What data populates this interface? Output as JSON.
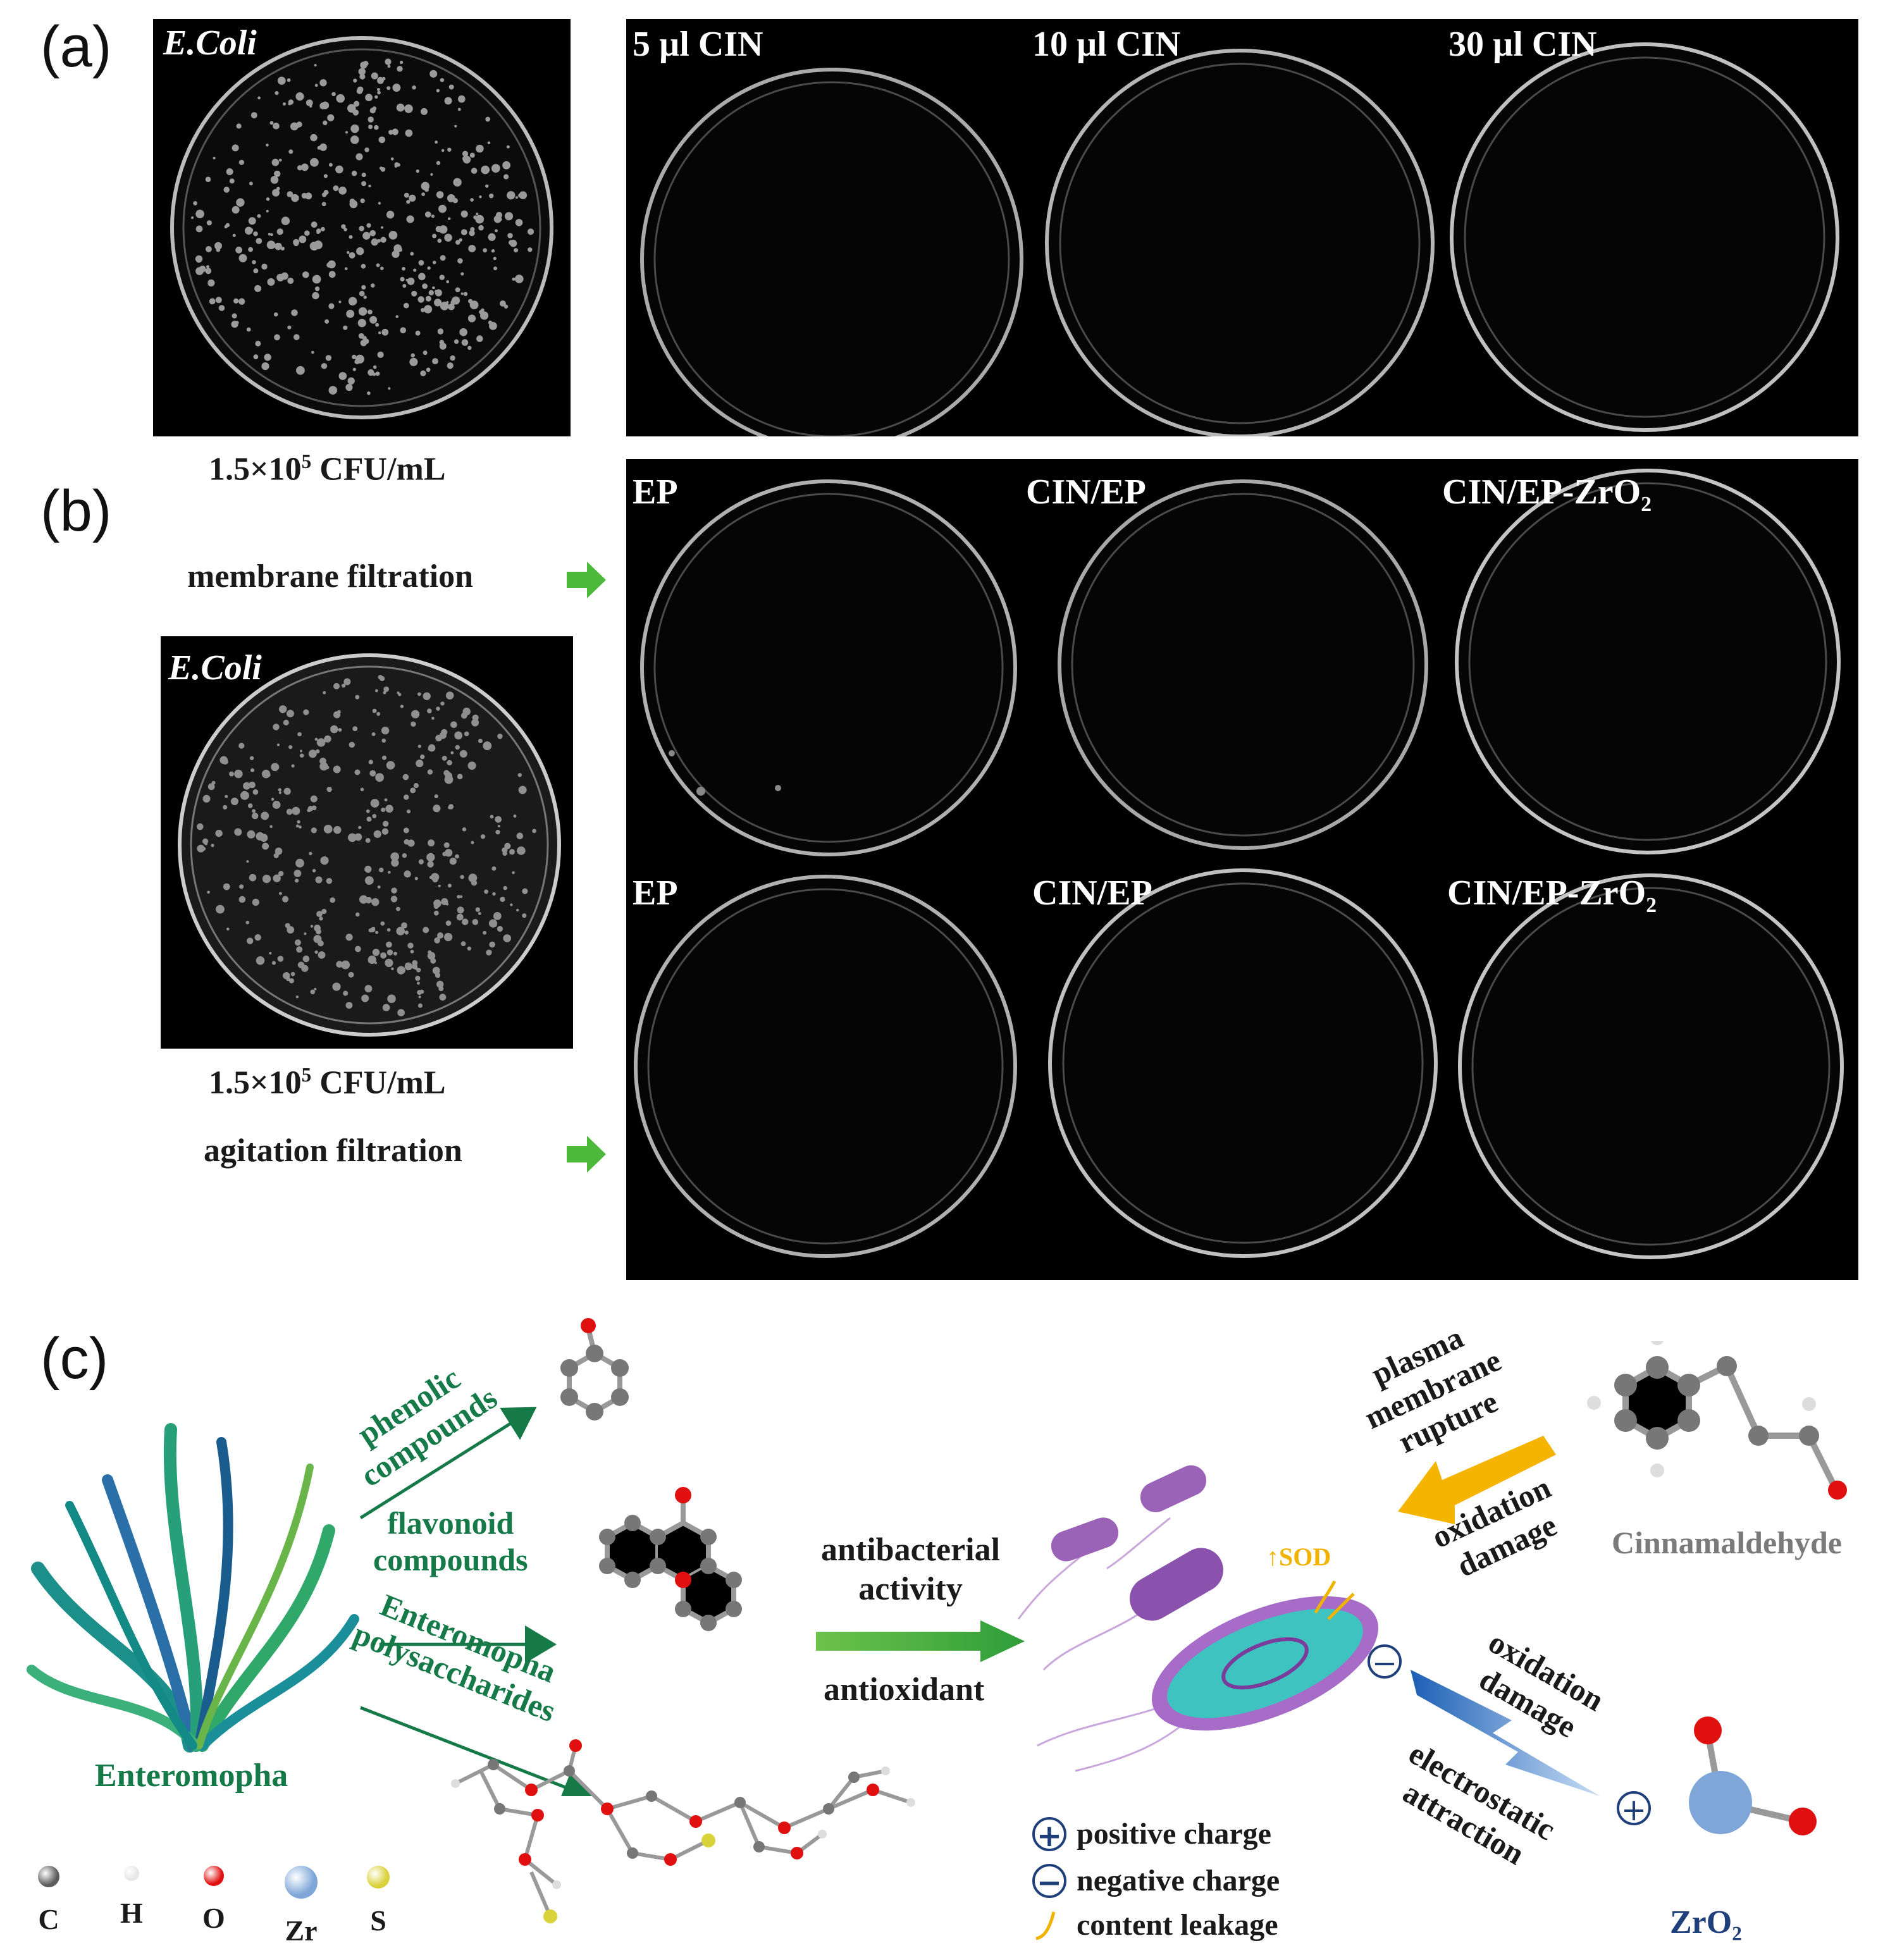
{
  "panels": {
    "a": {
      "letter": "(a)",
      "control": {
        "label": "E.Coli",
        "concentration_base": "1.5×10",
        "concentration_exp": "5",
        "concentration_unit": " CFU/mL"
      },
      "plates": [
        "5 µl CIN",
        "10 µl CIN",
        "30 µl CIN"
      ]
    },
    "b": {
      "letter": "(b)",
      "row1_method": "membrane filtration",
      "row2_method": "agitation filtration",
      "control": {
        "label": "E.Coli",
        "concentration_base": "1.5×10",
        "concentration_exp": "5",
        "concentration_unit": " CFU/mL"
      },
      "row1_plates": [
        {
          "main": "EP",
          "sub": ""
        },
        {
          "main": "CIN/EP",
          "sub": ""
        },
        {
          "main": "CIN/EP-ZrO",
          "sub": "2"
        }
      ],
      "row2_plates": [
        {
          "main": "EP",
          "sub": ""
        },
        {
          "main": "CIN/EP",
          "sub": ""
        },
        {
          "main": "CIN/EP-ZrO",
          "sub": "2"
        }
      ]
    },
    "c": {
      "letter": "(c)",
      "seaweed_label": "Enteromopha",
      "branches": {
        "phenolic": [
          "phenolic",
          "compounds"
        ],
        "flavonoid": [
          "flavonoid",
          "compounds"
        ],
        "polysaccharides": [
          "Enteromopha",
          "polysaccharides"
        ]
      },
      "middle_arrow_top": [
        "antibacterial",
        "activity"
      ],
      "middle_arrow_bottom": "antioxidant",
      "sod_label": "↑SOD",
      "cinnamaldehyde_label": "Cinnamaldehyde",
      "cin_arrow_text_top": [
        "plasma",
        "membrane",
        "rupture"
      ],
      "cin_arrow_text_bottom": [
        "oxidation",
        "damage"
      ],
      "zro2_text_top": [
        "oxidation",
        "damage"
      ],
      "zro2_text_bottom": [
        "electrostatic",
        "attraction"
      ],
      "zro2_label_main": "ZrO",
      "zro2_label_sub": "2",
      "legend": {
        "positive": "positive charge",
        "negative": "negative charge",
        "leakage": "content leakage"
      },
      "atom_legend": [
        {
          "symbol": "C",
          "color": "#5c5c5c"
        },
        {
          "symbol": "H",
          "color": "#e6e6e6"
        },
        {
          "symbol": "O",
          "color": "#e01010"
        },
        {
          "symbol": "Zr",
          "color": "#7ea6d8"
        },
        {
          "symbol": "S",
          "color": "#d9d23a"
        }
      ]
    }
  }
}
